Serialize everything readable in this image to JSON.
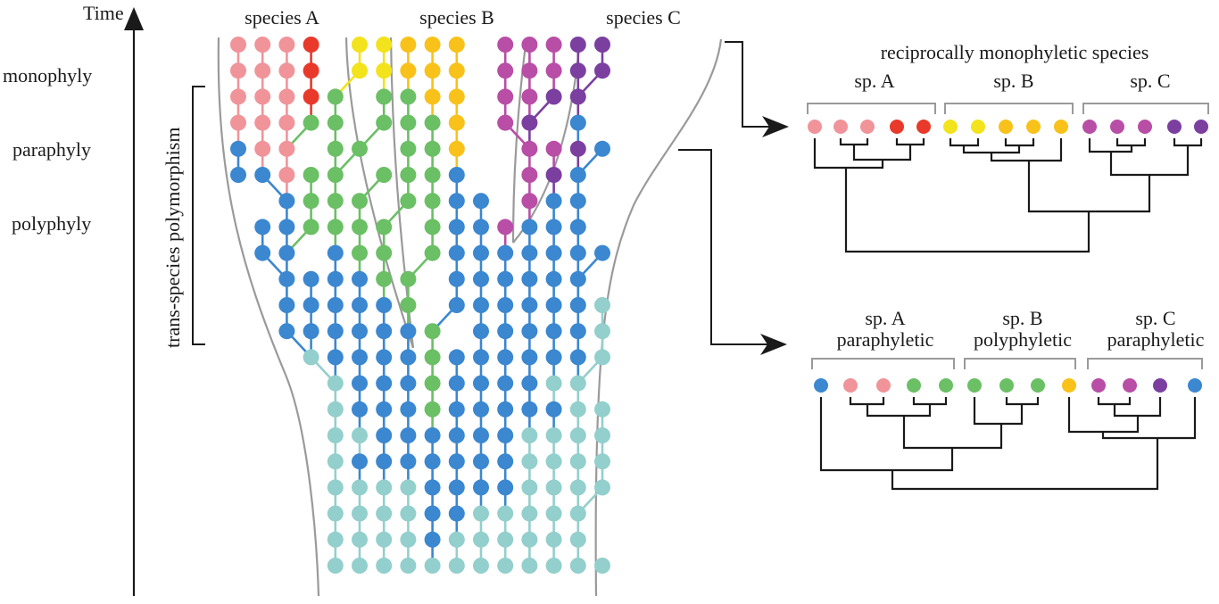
{
  "axis": {
    "label": "Time",
    "levels": [
      "monophyly",
      "paraphyly",
      "polyphyly"
    ]
  },
  "bracket_label": "trans-species polymorphism",
  "species_headers": [
    "species A",
    "species B",
    "species C"
  ],
  "colors": {
    "p": "#f0949a",
    "r": "#e8392b",
    "g": "#6bbf65",
    "b": "#3b87d0",
    "t": "#93cfcc",
    "y": "#f2e31c",
    "o": "#f8c21a",
    "m": "#b84ea6",
    "v": "#7b3fa0",
    "boundary": "#9a9a9a",
    "tree": "#1a1a1a"
  },
  "genealogy": {
    "note": "rows listed from top (present) to bottom (past); one char per column, '.' = empty",
    "grid": [
      "pppr.yyooo.mmmvv.",
      "pppr.yyooo.mmmvv.",
      "ppprg.ggoo.mmvv..",
      "pppgg.gggo.mv.b..",
      "bpp.gg.ggo..mmvb.",
      "bbpgg.gggb..mvb..",
      "..bggg.ggbb.mbb..",
      ".bbgggg.gbbmbbb..",
      ".bb.bgg.gbbbbbbb.",
      "..bbbbgg.bbbbbb..",
      "..bbbbbg.bbbbbbt.",
      "..bbbbbbg.bbbbbt.",
      "...tbbbbgbbbbbbt.",
      "....tbbbgbbbbtt..",
      "....tbbbgbbbbbtt.",
      "....ttbbbbbbtttt.",
      "....tbbbbbbbtttt.",
      "....ttttbbbbtttt.",
      "....ttttbbttttt..",
      "....ttttbtttttt..",
      "....tttttttttttt."
    ]
  },
  "trees": [
    {
      "title": "reciprocally monophyletic species",
      "groups": [
        {
          "label": "sp. A",
          "sublabel": ""
        },
        {
          "label": "sp. B",
          "sublabel": ""
        },
        {
          "label": "sp. C",
          "sublabel": ""
        }
      ],
      "tips": [
        "p",
        "p",
        "p",
        "r",
        "r",
        "y",
        "y",
        "o",
        "o",
        "o",
        "m",
        "m",
        "m",
        "v",
        "v"
      ]
    },
    {
      "title": "",
      "groups": [
        {
          "label": "sp. A",
          "sublabel": "paraphyletic"
        },
        {
          "label": "sp. B",
          "sublabel": "polyphyletic"
        },
        {
          "label": "sp. C",
          "sublabel": "paraphyletic"
        }
      ],
      "tips": [
        "b",
        "p",
        "p",
        "g",
        "g",
        "g",
        "g",
        "g",
        "o",
        "m",
        "m",
        "v",
        "b"
      ]
    }
  ]
}
